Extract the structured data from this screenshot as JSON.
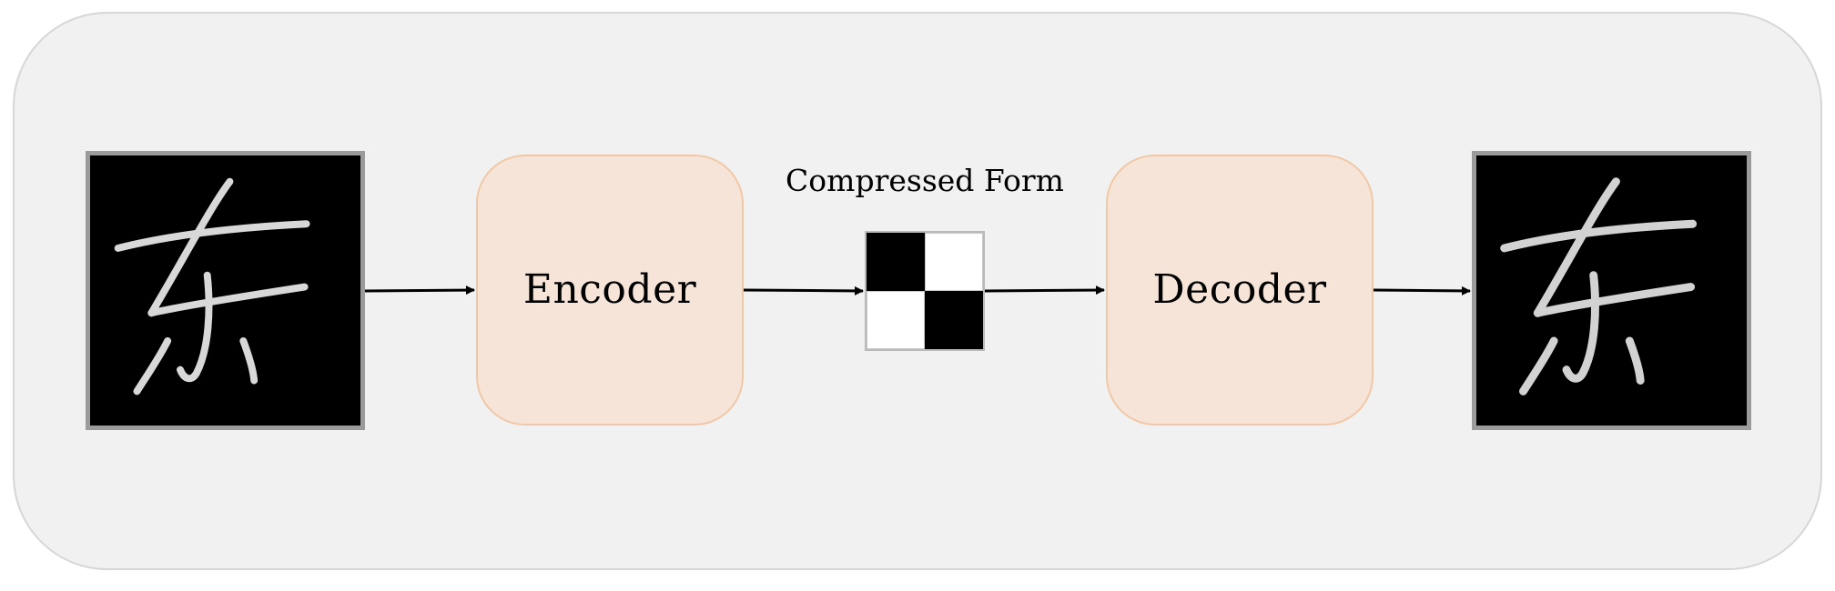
{
  "diagram": {
    "input_image": {
      "description_icon": "handwritten-glyph-icon"
    },
    "encoder": {
      "label": "Encoder"
    },
    "compressed": {
      "caption": "Compressed Form",
      "cells": [
        "black",
        "white",
        "white",
        "black"
      ]
    },
    "decoder": {
      "label": "Decoder"
    },
    "output_image": {
      "description_icon": "handwritten-glyph-icon"
    }
  },
  "colors": {
    "panel_background": "#f1f1f1",
    "block_fill": "#f6e4d8",
    "block_border": "#f1c8a7",
    "image_background": "#000000",
    "stroke": "#d8d8d8"
  }
}
